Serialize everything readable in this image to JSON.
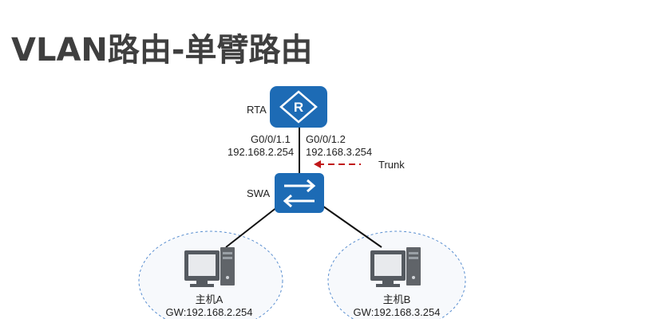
{
  "title": "VLAN路由-单臂路由",
  "router": {
    "name": "RTA",
    "symbol": "R",
    "color": "#1d6bb5"
  },
  "switch": {
    "name": "SWA",
    "color": "#1d6bb5"
  },
  "interfaces": [
    {
      "name": "G0/0/1.1",
      "ip": "192.168.2.254"
    },
    {
      "name": "G0/0/1.2",
      "ip": "192.168.3.254"
    }
  ],
  "link_label": "Trunk",
  "link_arrow_color": "#c0181a",
  "hosts": [
    {
      "name": "主机A",
      "gateway": "GW:192.168.2.254"
    },
    {
      "name": "主机B",
      "gateway": "GW:192.168.3.254"
    }
  ],
  "vlan_circle_color": "#5a8fd0"
}
